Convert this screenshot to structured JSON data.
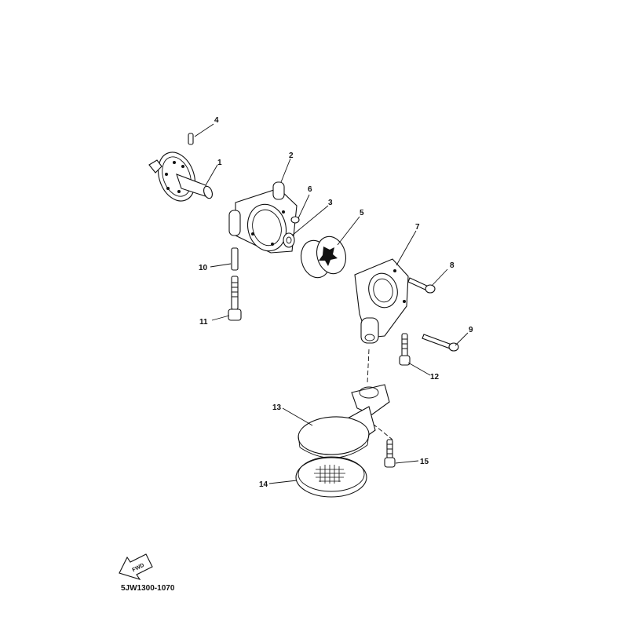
{
  "diagram": {
    "callouts": {
      "p1": "1",
      "p2": "2",
      "p3": "3",
      "p4": "4",
      "p5": "5",
      "p6": "6",
      "p7": "7",
      "p8": "8",
      "p9": "9",
      "p10": "10",
      "p11": "11",
      "p12": "12",
      "p13": "13",
      "p14": "14",
      "p15": "15"
    },
    "forward_arrow_label": "FWD",
    "diagram_code": "5JW1300-1070"
  }
}
